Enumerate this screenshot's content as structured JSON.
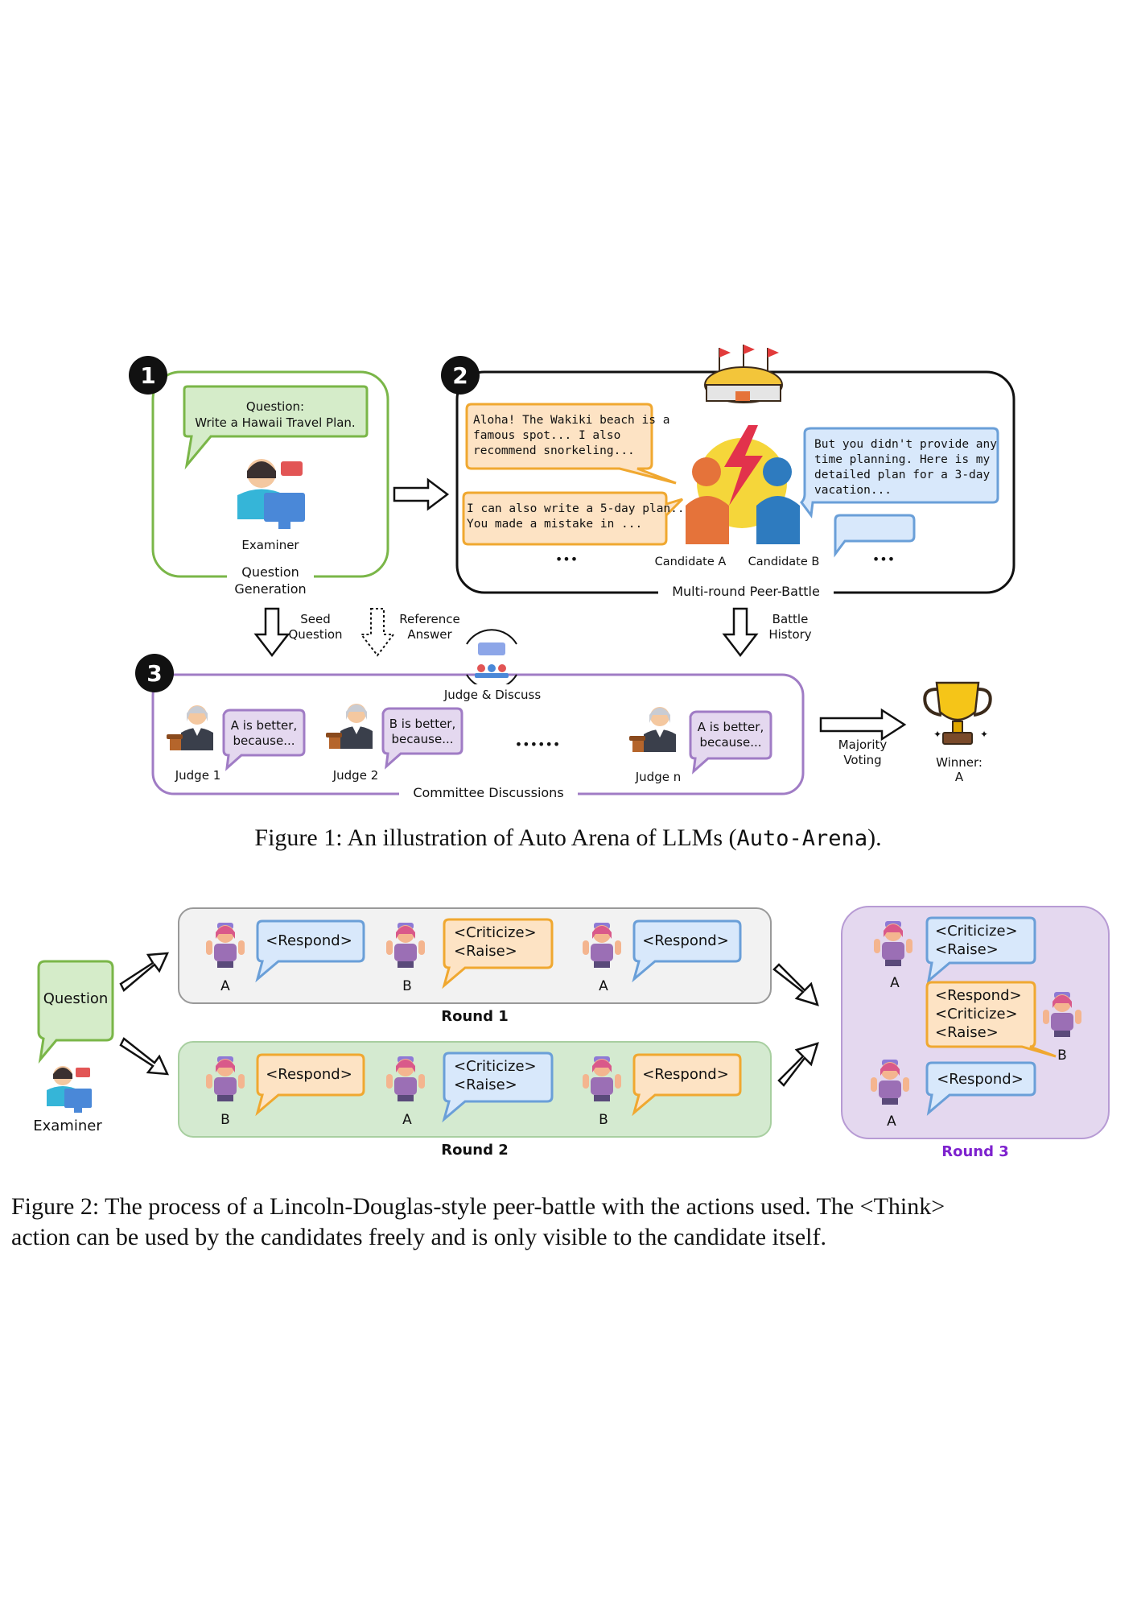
{
  "figure1": {
    "step1": {
      "number": "1",
      "bubble_line1": "Question:",
      "bubble_line2": "Write a Hawaii Travel Plan.",
      "examiner_label": "Examiner",
      "box_label_line1": "Question",
      "box_label_line2": "Generation"
    },
    "step2": {
      "number": "2",
      "bubble_a1_line1": "Aloha! The Wakiki beach is a",
      "bubble_a1_line2": "famous spot... I also",
      "bubble_a1_line3": "recommend snorkeling...",
      "bubble_a2_line1": "I can also write a 5-day plan...",
      "bubble_a2_line2": "You made a mistake in ...",
      "bubble_b1_line1": "But you didn't provide any",
      "bubble_b1_line2": "time planning. Here is my",
      "bubble_b1_line3": "detailed plan for a 3-day",
      "bubble_b1_line4": "vacation...",
      "ellipsis": "•••",
      "candidate_a": "Candidate A",
      "candidate_b": "Candidate B",
      "box_label": "Multi-round Peer-Battle"
    },
    "arrows": {
      "seed_line1": "Seed",
      "seed_line2": "Question",
      "ref_line1": "Reference",
      "ref_line2": "Answer",
      "battle_line1": "Battle",
      "battle_line2": "History",
      "majority_line1": "Majority",
      "majority_line2": "Voting"
    },
    "step3": {
      "number": "3",
      "judge_discuss": "Judge & Discuss",
      "judge1_line1": "A is better,",
      "judge1_line2": "because...",
      "judge1_label": "Judge 1",
      "judge2_line1": "B is better,",
      "judge2_line2": "because...",
      "judge2_label": "Judge 2",
      "ellipsis": "••••••",
      "judgen_line1": "A is better,",
      "judgen_line2": "because...",
      "judgen_label": "Judge n",
      "box_label": "Committee Discussions"
    },
    "winner_line1": "Winner:",
    "winner_line2": "A",
    "caption_prefix": "Figure 1: An illustration of Auto Arena of LLMs (",
    "caption_code": "Auto-Arena",
    "caption_suffix": ")."
  },
  "figure2": {
    "question": "Question",
    "examiner": "Examiner",
    "round1": {
      "title": "Round 1",
      "speaker1": "A",
      "bubble1": "<Respond>",
      "speaker2": "B",
      "bubble2_line1": "<Criticize>",
      "bubble2_line2": "<Raise>",
      "speaker3": "A",
      "bubble3": "<Respond>"
    },
    "round2": {
      "title": "Round 2",
      "speaker1": "B",
      "bubble1": "<Respond>",
      "speaker2": "A",
      "bubble2_line1": "<Criticize>",
      "bubble2_line2": "<Raise>",
      "speaker3": "B",
      "bubble3": "<Respond>"
    },
    "round3": {
      "title": "Round 3",
      "speaker1": "A",
      "bubble1_line1": "<Criticize>",
      "bubble1_line2": "<Raise>",
      "speaker2": "B",
      "bubble2_line1": "<Respond>",
      "bubble2_line2": "<Criticize>",
      "bubble2_line3": "<Raise>",
      "speaker3": "A",
      "bubble3": "<Respond>"
    },
    "caption_line1": "Figure 2: The process of a Lincoln-Douglas-style peer-battle with the actions used. The <Think>",
    "caption_line2": "action can be used by the candidates freely and is only visible to the candidate itself."
  },
  "colors": {
    "green": "#7ab648",
    "green_fill": "#d5ecc9",
    "orange": "#f0a830",
    "orange_fill": "#fde3c4",
    "blue": "#6a9fd8",
    "blue_fill": "#d8e8fb",
    "purple": "#a07cc5",
    "purple_fill": "#e4d8ef",
    "round3_title": "#7e22ce",
    "round1_fill": "#f2f2f2",
    "round2_fill": "#d4ead0"
  }
}
